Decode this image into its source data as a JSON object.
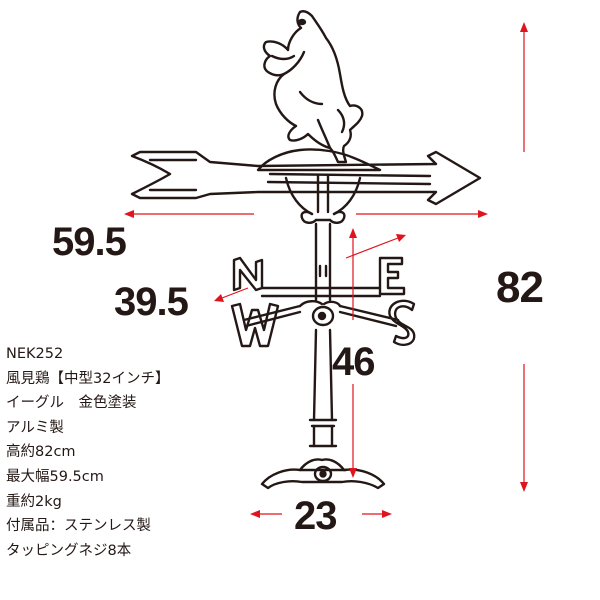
{
  "dimensions": {
    "width_max": "59.5",
    "arm_width": "39.5",
    "height_total": "82",
    "height_lower": "46",
    "base_width": "23"
  },
  "spec_lines": [
    "NEK252",
    "風見鶏【中型32インチ】",
    "イーグル　金色塗装",
    "アルミ製",
    "高約82cm",
    "最大幅59.5cm",
    "重約2kg",
    "付属品：ステンレス製",
    "タッピングネジ8本"
  ],
  "compass_letters": {
    "north": "N",
    "south": "S",
    "east": "E",
    "west": "W"
  },
  "colors": {
    "arrow": "#e0141e",
    "outline": "#231815",
    "background": "#ffffff"
  }
}
